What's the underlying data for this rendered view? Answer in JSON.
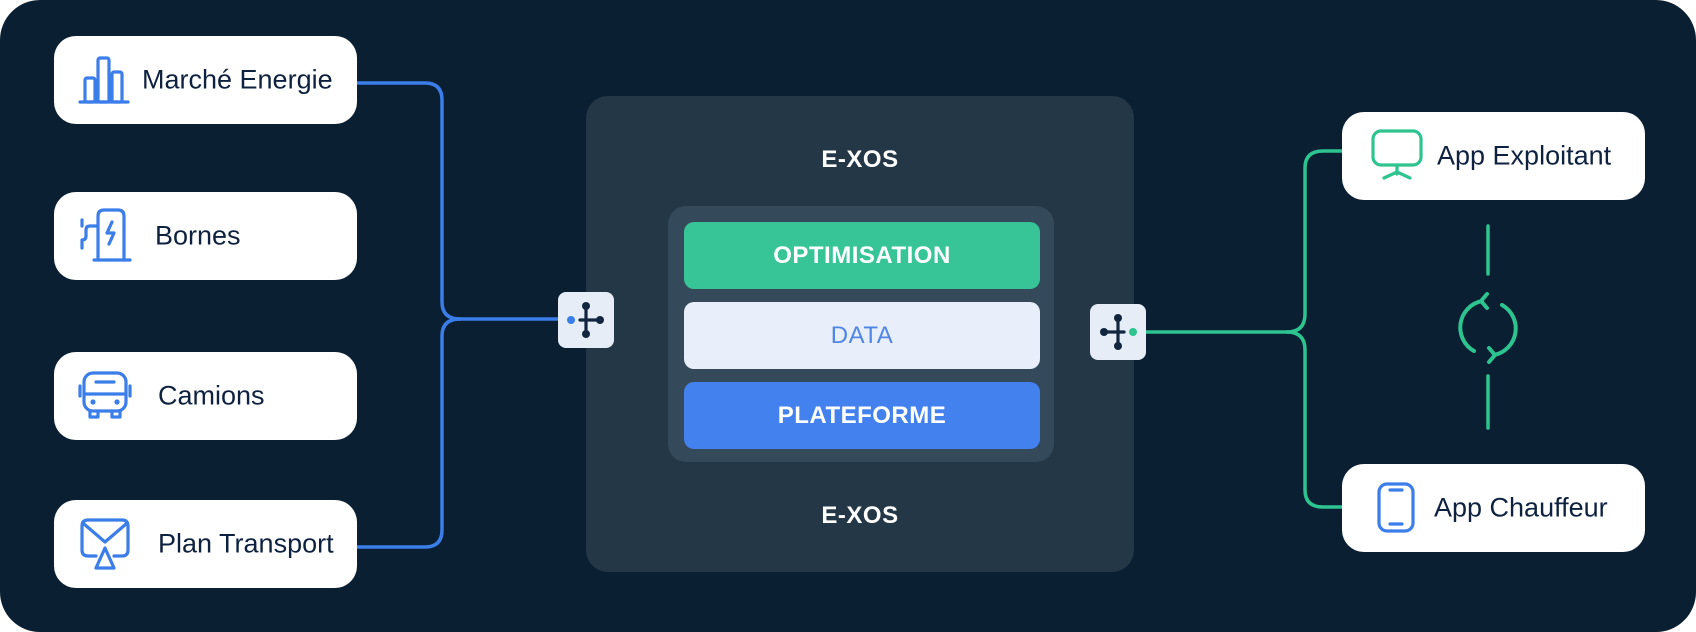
{
  "inputs": [
    {
      "label": "Marché Energie",
      "icon": "bar-chart-icon"
    },
    {
      "label": "Bornes",
      "icon": "charging-station-icon"
    },
    {
      "label": "Camions",
      "icon": "bus-icon"
    },
    {
      "label": "Plan Transport",
      "icon": "mail-send-icon"
    }
  ],
  "core": {
    "title_top": "E-XOS",
    "title_bottom": "E-XOS",
    "layers": [
      {
        "label": "OPTIMISATION"
      },
      {
        "label": "DATA"
      },
      {
        "label": "PLATEFORME"
      }
    ]
  },
  "outputs": [
    {
      "label": "App Exploitant",
      "icon": "monitor-icon"
    },
    {
      "label": "App Chauffeur",
      "icon": "smartphone-icon"
    }
  ],
  "sync_icon": "sync-icon",
  "colors": {
    "background": "#0b1f33",
    "core_panel": "#233747",
    "stack_panel": "#34495a",
    "input_accent": "#3b7de9",
    "output_accent": "#2dc48f",
    "optimisation": "#37c497",
    "data": "#e9effa",
    "data_text": "#4f86e6",
    "plateforme": "#4381ee",
    "card": "#ffffff",
    "card_text": "#0e2240"
  }
}
